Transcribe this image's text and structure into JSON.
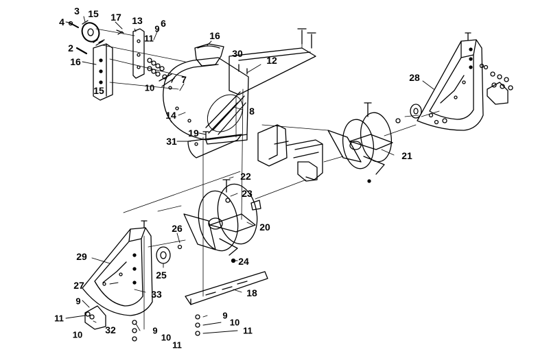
{
  "diagram": {
    "colors": {
      "ink": "#000000",
      "paper": "#ffffff"
    },
    "callouts": {
      "c3": "3",
      "c15a": "15",
      "c4": "4",
      "c17": "17",
      "c13": "13",
      "c6": "6",
      "c9a": "9",
      "c11a": "11",
      "c2": "2",
      "c16a": "16",
      "c16b": "16",
      "c15b": "15",
      "c10a": "10",
      "c30": "30",
      "c12": "12",
      "c7": "7",
      "c8": "8",
      "c14": "14",
      "c19": "19",
      "c31": "31",
      "c28": "28",
      "c21": "21",
      "c22": "22",
      "c23": "23",
      "c20": "20",
      "c26": "26",
      "c29": "29",
      "c25": "25",
      "c24": "24",
      "c27": "27",
      "c33": "33",
      "c18": "18",
      "c9b": "9",
      "c11b": "11",
      "c10b": "10",
      "c32": "32",
      "c9c": "9",
      "c10c": "10",
      "c11c": "11",
      "c9d": "9",
      "c10d": "10",
      "c11d": "11"
    }
  }
}
